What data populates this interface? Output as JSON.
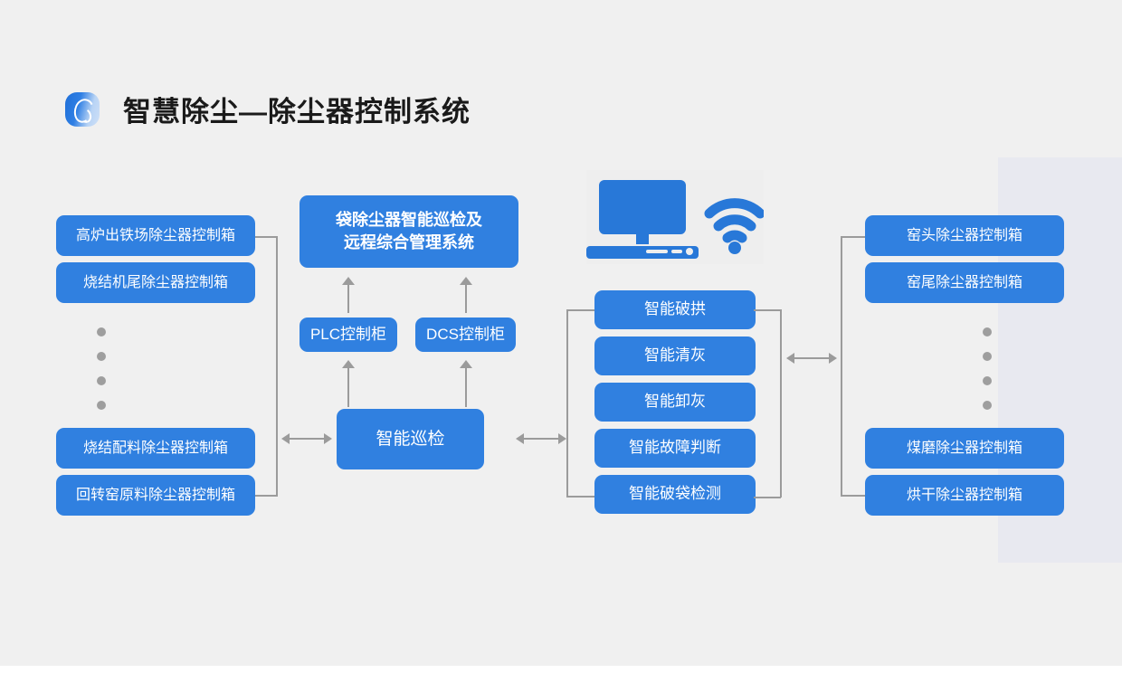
{
  "header": {
    "logo_icon": "spiral-swoosh-logo",
    "title": "智慧除尘—除尘器控制系统"
  },
  "colors": {
    "node_blue": "#3080e0",
    "page_background": "#f0f0f0",
    "panel_background": "#e8e9f0",
    "connector_gray": "#9b9b9b",
    "dot_gray": "#9e9e9e",
    "icon_blue": "#2878d8"
  },
  "illustration": {
    "monitor_icon": "desktop-computer-icon",
    "wifi_icon": "wifi-signal-icon"
  },
  "left_column": {
    "items": [
      {
        "label": "高炉出铁场除尘器控制箱"
      },
      {
        "label": "烧结机尾除尘器控制箱"
      },
      {
        "label": "烧结配料除尘器控制箱"
      },
      {
        "label": "回转窑原料除尘器控制箱"
      }
    ],
    "ellipsis_dots": 4
  },
  "center_column": {
    "top_system": "袋除尘器智能巡检及\n远程综合管理系统",
    "top_system_line1": "袋除尘器智能巡检及",
    "top_system_line2": "远程综合管理系统",
    "cabinets": [
      {
        "label": "PLC控制柜"
      },
      {
        "label": "DCS控制柜"
      }
    ],
    "hub": "智能巡检"
  },
  "function_column": {
    "items": [
      {
        "label": "智能破拱"
      },
      {
        "label": "智能清灰"
      },
      {
        "label": "智能卸灰"
      },
      {
        "label": "智能故障判断"
      },
      {
        "label": "智能破袋检测"
      }
    ]
  },
  "right_column": {
    "items": [
      {
        "label": "窑头除尘器控制箱"
      },
      {
        "label": "窑尾除尘器控制箱"
      },
      {
        "label": "煤磨除尘器控制箱"
      },
      {
        "label": "烘干除尘器控制箱"
      }
    ],
    "ellipsis_dots": 4
  }
}
